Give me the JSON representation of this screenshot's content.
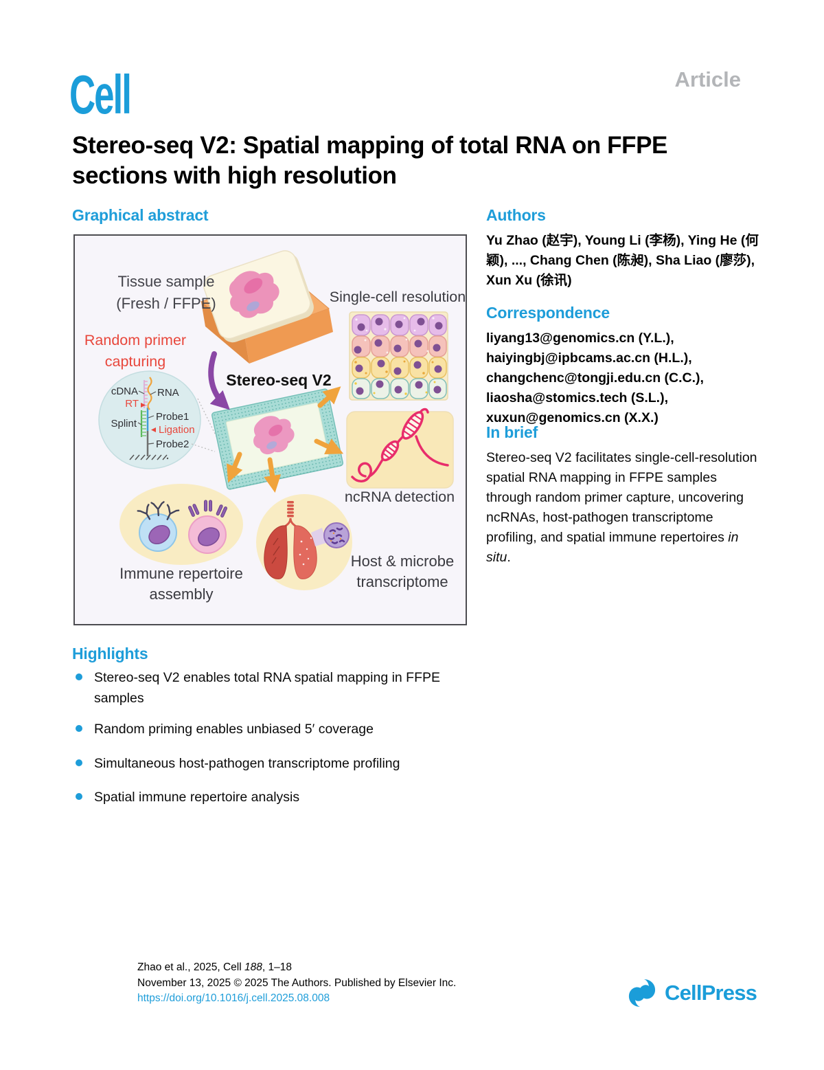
{
  "masthead": {
    "journal_logo": "Cell",
    "article_label": "Article"
  },
  "title": "Stereo-seq V2: Spatial mapping of total RNA on FFPE sections with high resolution",
  "graphical_abstract": {
    "heading": "Graphical abstract",
    "tissue_sample_line1": "Tissue sample",
    "tissue_sample_line2": "(Fresh / FFPE)",
    "random_primer_line1": "Random primer",
    "random_primer_line2": "capturing",
    "molecule_labels": {
      "cdna": "cDNA",
      "rna": "RNA",
      "rt": "RT",
      "splint": "Splint",
      "probe1": "Probe1",
      "ligation": "Ligation",
      "probe2": "Probe2"
    },
    "chip_label": "Stereo-seq V2",
    "single_cell_label": "Single-cell resolution",
    "ncrna_label": "ncRNA detection",
    "immune_line1": "Immune repertoire",
    "immune_line2": "assembly",
    "host_line1": "Host & microbe",
    "host_line2": "transcriptome"
  },
  "authors": {
    "heading": "Authors",
    "names": "Yu Zhao (赵宇), Young Li (李杨), Ying He (何颖), ..., Chang Chen (陈昶), Sha Liao (廖莎), Xun Xu (徐讯)"
  },
  "correspondence": {
    "heading": "Correspondence",
    "emails": [
      "liyang13@genomics.cn (Y.L.),",
      "haiyingbj@ipbcams.ac.cn (H.L.),",
      "changchenc@tongji.edu.cn (C.C.),",
      "liaosha@stomics.tech (S.L.),",
      "xuxun@genomics.cn (X.X.)"
    ]
  },
  "in_brief": {
    "heading": "In brief",
    "text": "Stereo-seq V2 facilitates single-cell-resolution spatial RNA mapping in FFPE samples through random primer capture, uncovering ncRNAs, host-pathogen transcriptome profiling, and spatial immune repertoires ",
    "italic": "in situ",
    "suffix": "."
  },
  "highlights": {
    "heading": "Highlights",
    "items": [
      "Stereo-seq V2 enables total RNA spatial mapping in FFPE samples",
      "Random priming enables unbiased 5′ coverage",
      "Simultaneous host-pathogen transcriptome profiling",
      "Spatial immune repertoire analysis"
    ]
  },
  "footer": {
    "citation_pre": "Zhao et al., 2025, Cell ",
    "citation_volume": "188",
    "citation_post": ", 1–18",
    "line2": "November 13, 2025 © 2025 The Authors. Published by Elsevier Inc.",
    "doi": "https://doi.org/10.1016/j.cell.2025.08.008",
    "publisher": "CellPress"
  },
  "colors": {
    "accent_blue": "#1e9dd9",
    "logo_blue": "#1b9dd9",
    "article_gray": "#b3b5b8",
    "highlight_red": "#e8473c",
    "abstract_bg": "#f7f5fa",
    "panel_yellow": "#f9ecc3",
    "chip_teal": "#a9dcd6",
    "arrow_orange": "#f0a33c",
    "rna_pink": "#e82d6b"
  }
}
